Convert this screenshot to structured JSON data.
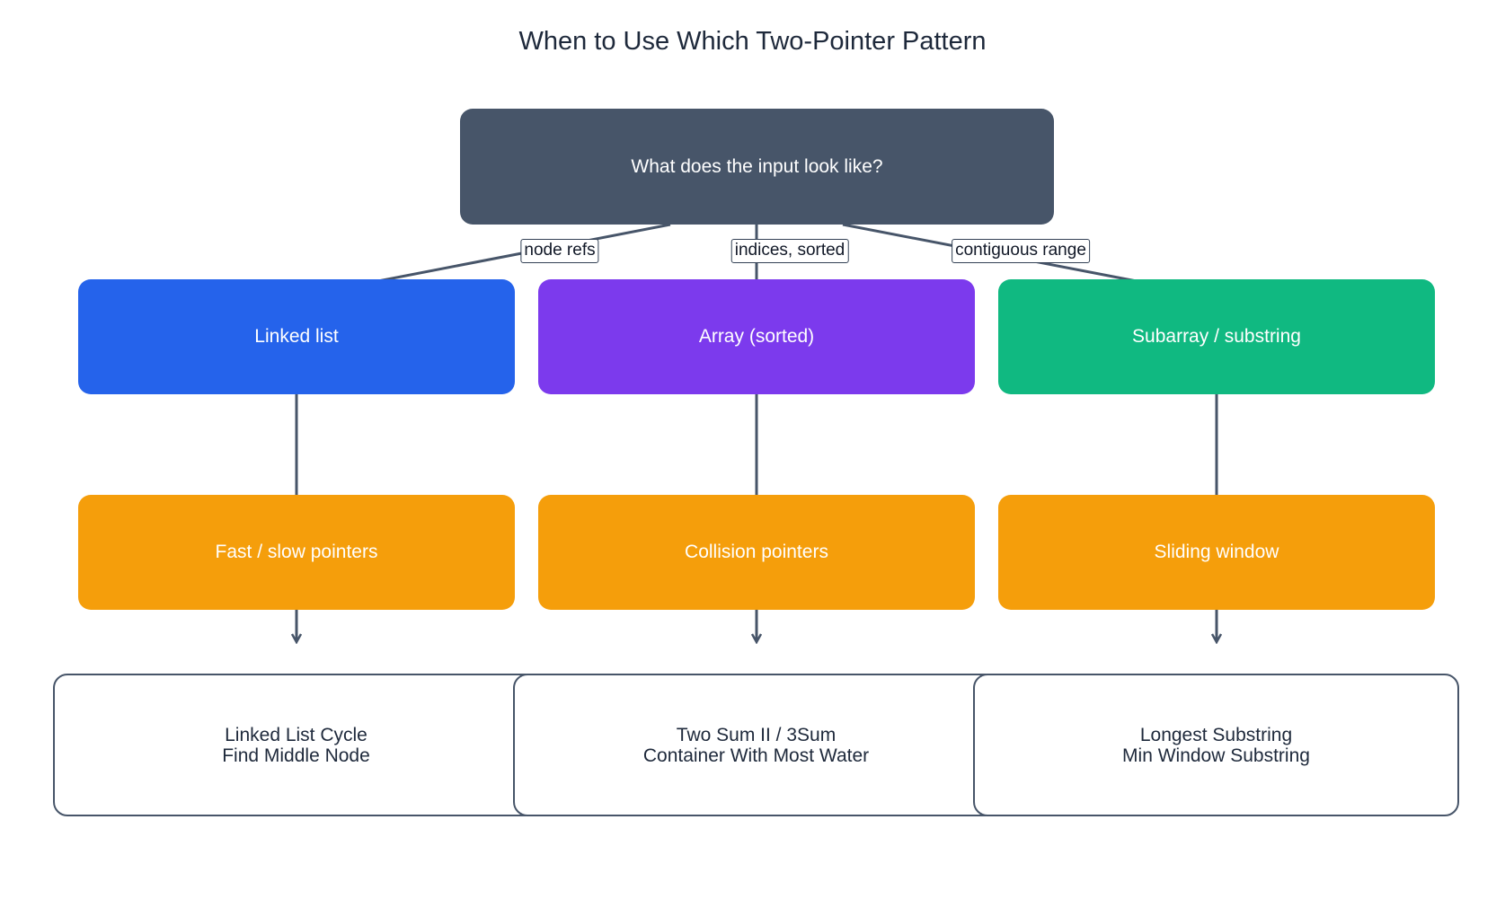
{
  "title": "When to Use Which Two-Pointer Pattern",
  "root": {
    "label": "What does the input look like?",
    "color": "#475569"
  },
  "edge_labels": [
    "node refs",
    "indices, sorted",
    "contiguous range"
  ],
  "categories": [
    {
      "label": "Linked list",
      "color": "#2563eb"
    },
    {
      "label": "Array (sorted)",
      "color": "#7c3aed"
    },
    {
      "label": "Subarray / substring",
      "color": "#10b981"
    }
  ],
  "patterns": [
    {
      "label": "Fast / slow pointers",
      "color": "#f59e0b"
    },
    {
      "label": "Collision pointers",
      "color": "#f59e0b"
    },
    {
      "label": "Sliding window",
      "color": "#f59e0b"
    }
  ],
  "examples": [
    {
      "line1": "Linked List Cycle",
      "line2": "Find Middle Node"
    },
    {
      "line1": "Two Sum II / 3Sum",
      "line2": "Container With Most Water"
    },
    {
      "line1": "Longest Substring",
      "line2": "Min Window Substring"
    }
  ],
  "colors": {
    "edge": "#475569",
    "title": "#1e293b"
  }
}
